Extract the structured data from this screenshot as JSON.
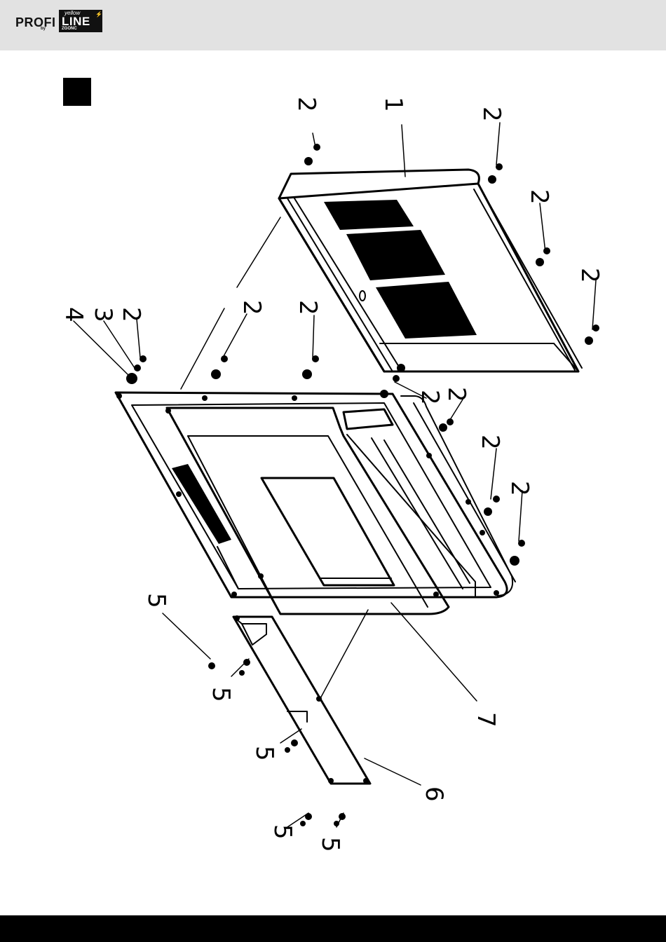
{
  "header": {
    "logo": {
      "brand_main": "PROFI",
      "brand_box": "LINE",
      "brand_top": "yellow",
      "brand_by": "by",
      "brand_maker": "ZGONC"
    }
  },
  "diagram": {
    "callouts": {
      "c1": "1",
      "c2a": "2",
      "c2b": "2",
      "c2c": "2",
      "c2d": "2",
      "c2e": "2",
      "c2f": "2",
      "c2g": "2",
      "c2h": "2",
      "c2i": "2",
      "c2j": "2",
      "c2k": "2",
      "c3": "3",
      "c4": "4",
      "c5a": "5",
      "c5b": "5",
      "c5c": "5",
      "c5d": "5",
      "c5e": "5",
      "c6": "6",
      "c7": "7"
    }
  }
}
